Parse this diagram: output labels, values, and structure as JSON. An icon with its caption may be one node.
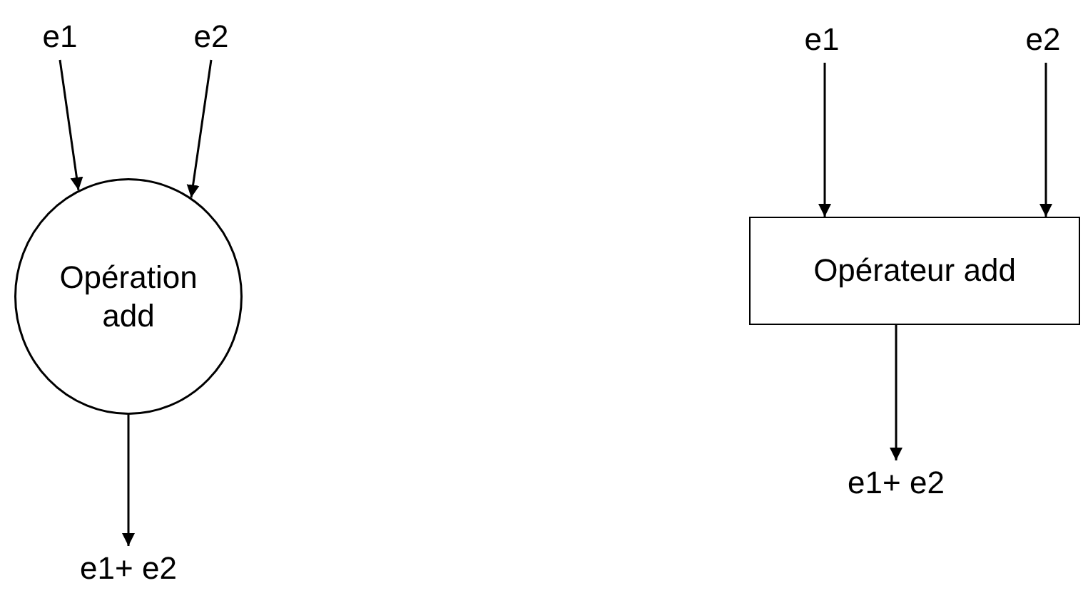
{
  "diagram": {
    "nodes": [
      {
        "text": [
          "e1"
        ]
      },
      {
        "text": [
          "e2"
        ]
      },
      {
        "text": [
          "Opération add"
        ]
      },
      {
        "text": [
          "e1+ e2"
        ]
      },
      {
        "text": [
          "e1"
        ]
      },
      {
        "text": [
          "e2"
        ]
      },
      {
        "text": [
          "Opérateur add"
        ]
      },
      {
        "text": [
          "e1+ e2"
        ]
      }
    ],
    "edges": [
      {
        "from": 0,
        "to": 2,
        "arrow": "to"
      },
      {
        "from": 1,
        "to": 2,
        "arrow": "to"
      },
      {
        "from": 2,
        "to": 3,
        "arrow": "to"
      },
      {
        "from": 4,
        "to": 6,
        "arrow": "to"
      },
      {
        "from": 5,
        "to": 6,
        "arrow": "to"
      },
      {
        "from": 6,
        "to": 7,
        "arrow": "to"
      }
    ]
  }
}
